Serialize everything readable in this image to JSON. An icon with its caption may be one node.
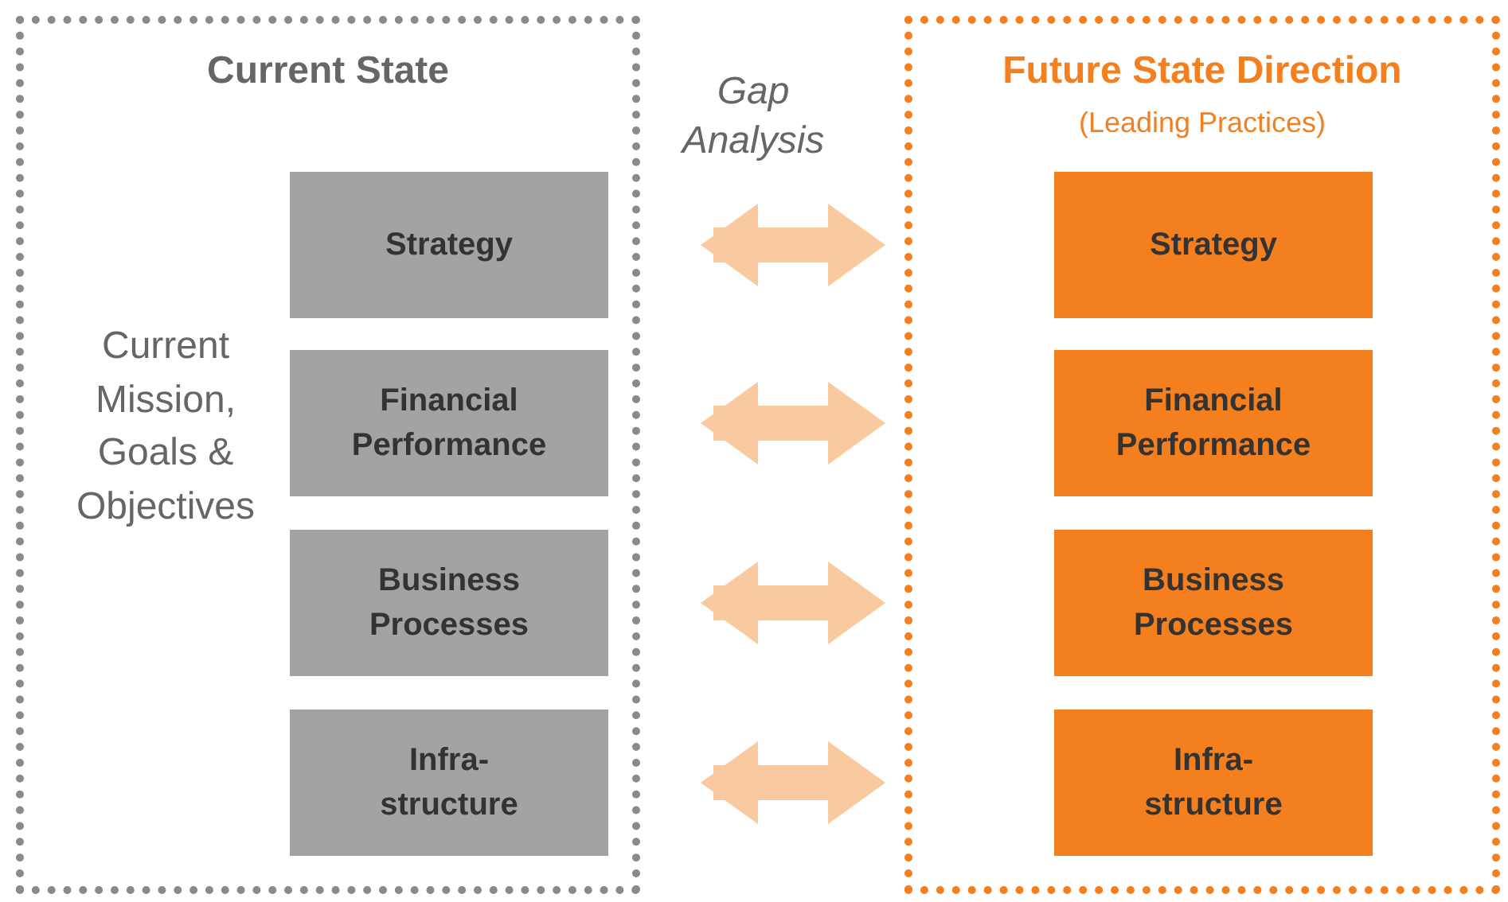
{
  "diagram": {
    "nodes": [
      {
        "text": [
          "Current State",
          "Current Mission, Goals & Objectives"
        ]
      },
      {
        "text": [
          "Strategy"
        ],
        "in": 0
      },
      {
        "text": [
          "Financial Performance"
        ],
        "in": 0
      },
      {
        "text": [
          "Business Processes"
        ],
        "in": 0
      },
      {
        "text": [
          "Infra-structure"
        ],
        "in": 0
      },
      {
        "text": [
          "Future State Direction",
          "(Leading Practices)"
        ]
      },
      {
        "text": [
          "Strategy"
        ],
        "in": 5
      },
      {
        "text": [
          "Financial Performance"
        ],
        "in": 5
      },
      {
        "text": [
          "Business Processes"
        ],
        "in": 5
      },
      {
        "text": [
          "Infra-structure"
        ],
        "in": 5
      }
    ],
    "edges": [
      {
        "from": 1,
        "to": 6,
        "arrow": "both"
      },
      {
        "from": 2,
        "to": 7,
        "arrow": "both"
      },
      {
        "from": 3,
        "to": 8,
        "arrow": "both"
      },
      {
        "from": 4,
        "to": 9,
        "arrow": "both"
      }
    ],
    "labels": [
      "Gap Analysis"
    ]
  }
}
